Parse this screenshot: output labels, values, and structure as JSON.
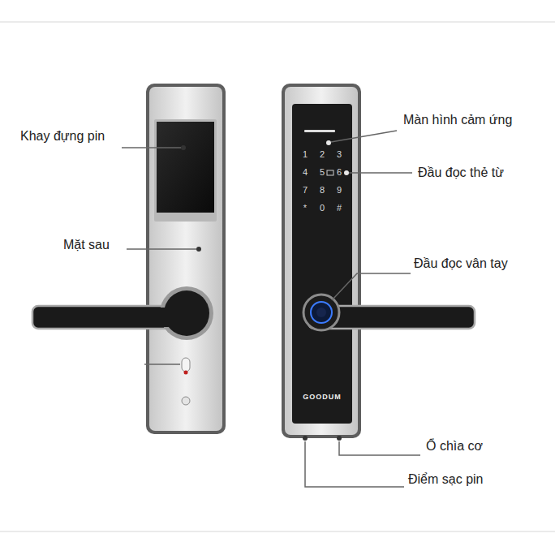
{
  "diagram": {
    "labels": [
      "Khay đựng pin",
      "Mặt sau",
      "Màn hình cảm ứng",
      "Đầu đọc thẻ từ",
      "Đầu đọc vân tay",
      "Ổ chìa cơ",
      "Điểm sạc pin",
      "1",
      "2",
      "3",
      "4",
      "5",
      "6",
      "7",
      "8",
      "9",
      "*",
      "0",
      "#",
      "GOODUM"
    ]
  }
}
